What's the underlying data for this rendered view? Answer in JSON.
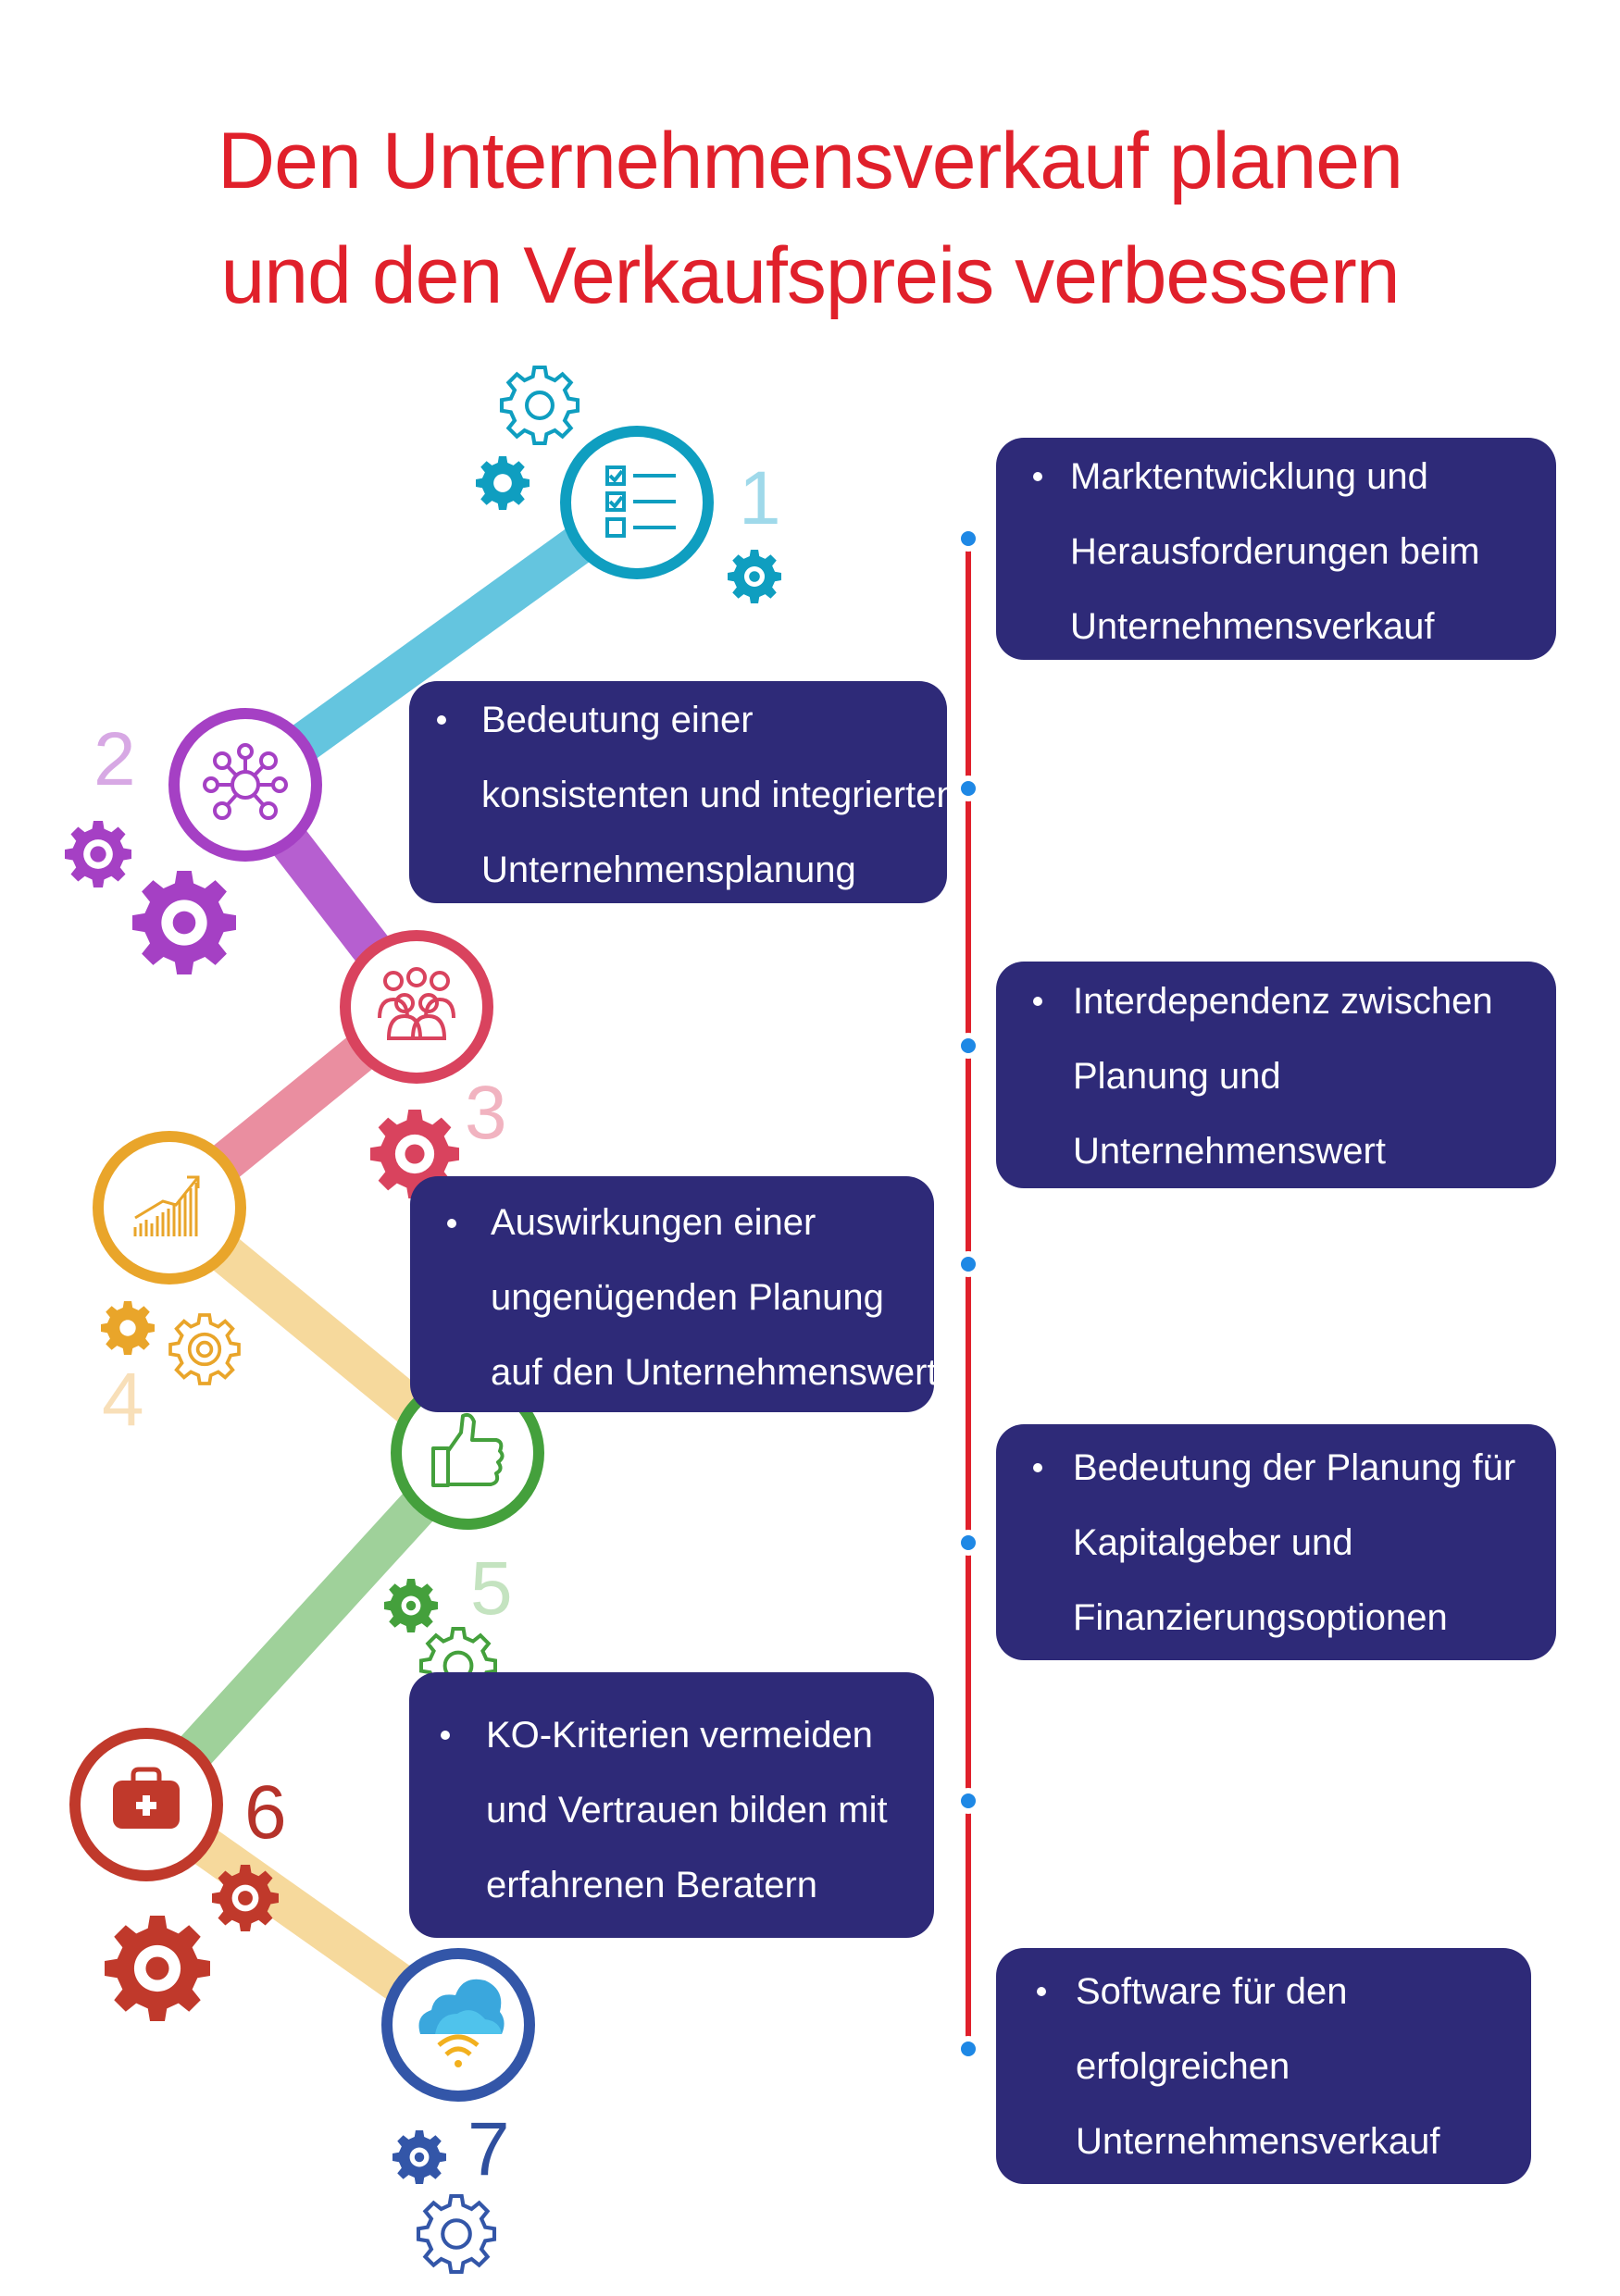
{
  "title": {
    "line1": "Den Unternehmensverkauf planen",
    "line2": "und den Verkaufspreis verbessern"
  },
  "steps": [
    {
      "number": "1",
      "icon": "checklist-icon",
      "color": "#0f9ec0",
      "card": {
        "lines": [
          "Marktentwicklung und",
          "Herausforderungen beim",
          "Unternehmensverkauf"
        ]
      }
    },
    {
      "number": "2",
      "icon": "network-icon",
      "color": "#a540c4",
      "card": {
        "lines": [
          "Bedeutung einer",
          "konsistenten und integrierten",
          "Unternehmensplanung"
        ]
      }
    },
    {
      "number": "3",
      "icon": "people-group-icon",
      "color": "#d9435e",
      "card": {
        "lines": [
          "Interdependenz zwischen",
          "Planung und",
          "Unternehmenswert"
        ]
      }
    },
    {
      "number": "4",
      "icon": "growth-chart-icon",
      "color": "#e9a52a",
      "card": {
        "lines": [
          "Auswirkungen einer",
          "ungenügenden Planung",
          "auf den Unternehmenswert"
        ]
      }
    },
    {
      "number": "5",
      "icon": "thumbs-up-icon",
      "color": "#44a03c",
      "card": {
        "lines": [
          "Bedeutung der Planung für",
          "Kapitalgeber und",
          "Finanzierungsoptionen"
        ]
      }
    },
    {
      "number": "6",
      "icon": "medical-bag-icon",
      "color": "#c0392b",
      "card": {
        "lines": [
          "KO-Kriterien vermeiden",
          "und Vertrauen bilden mit",
          "erfahrenen Beratern"
        ]
      }
    },
    {
      "number": "7",
      "icon": "cloud-wifi-icon",
      "color": "#3356a8",
      "card": {
        "lines": [
          "Software für den",
          "erfolgreichen",
          "Unternehmensverkauf"
        ]
      }
    }
  ],
  "colors": {
    "title": "#e0202b",
    "card_bg": "#2e2a78",
    "timeline": "#e0202b",
    "timeline_dot": "#1e88e5"
  }
}
